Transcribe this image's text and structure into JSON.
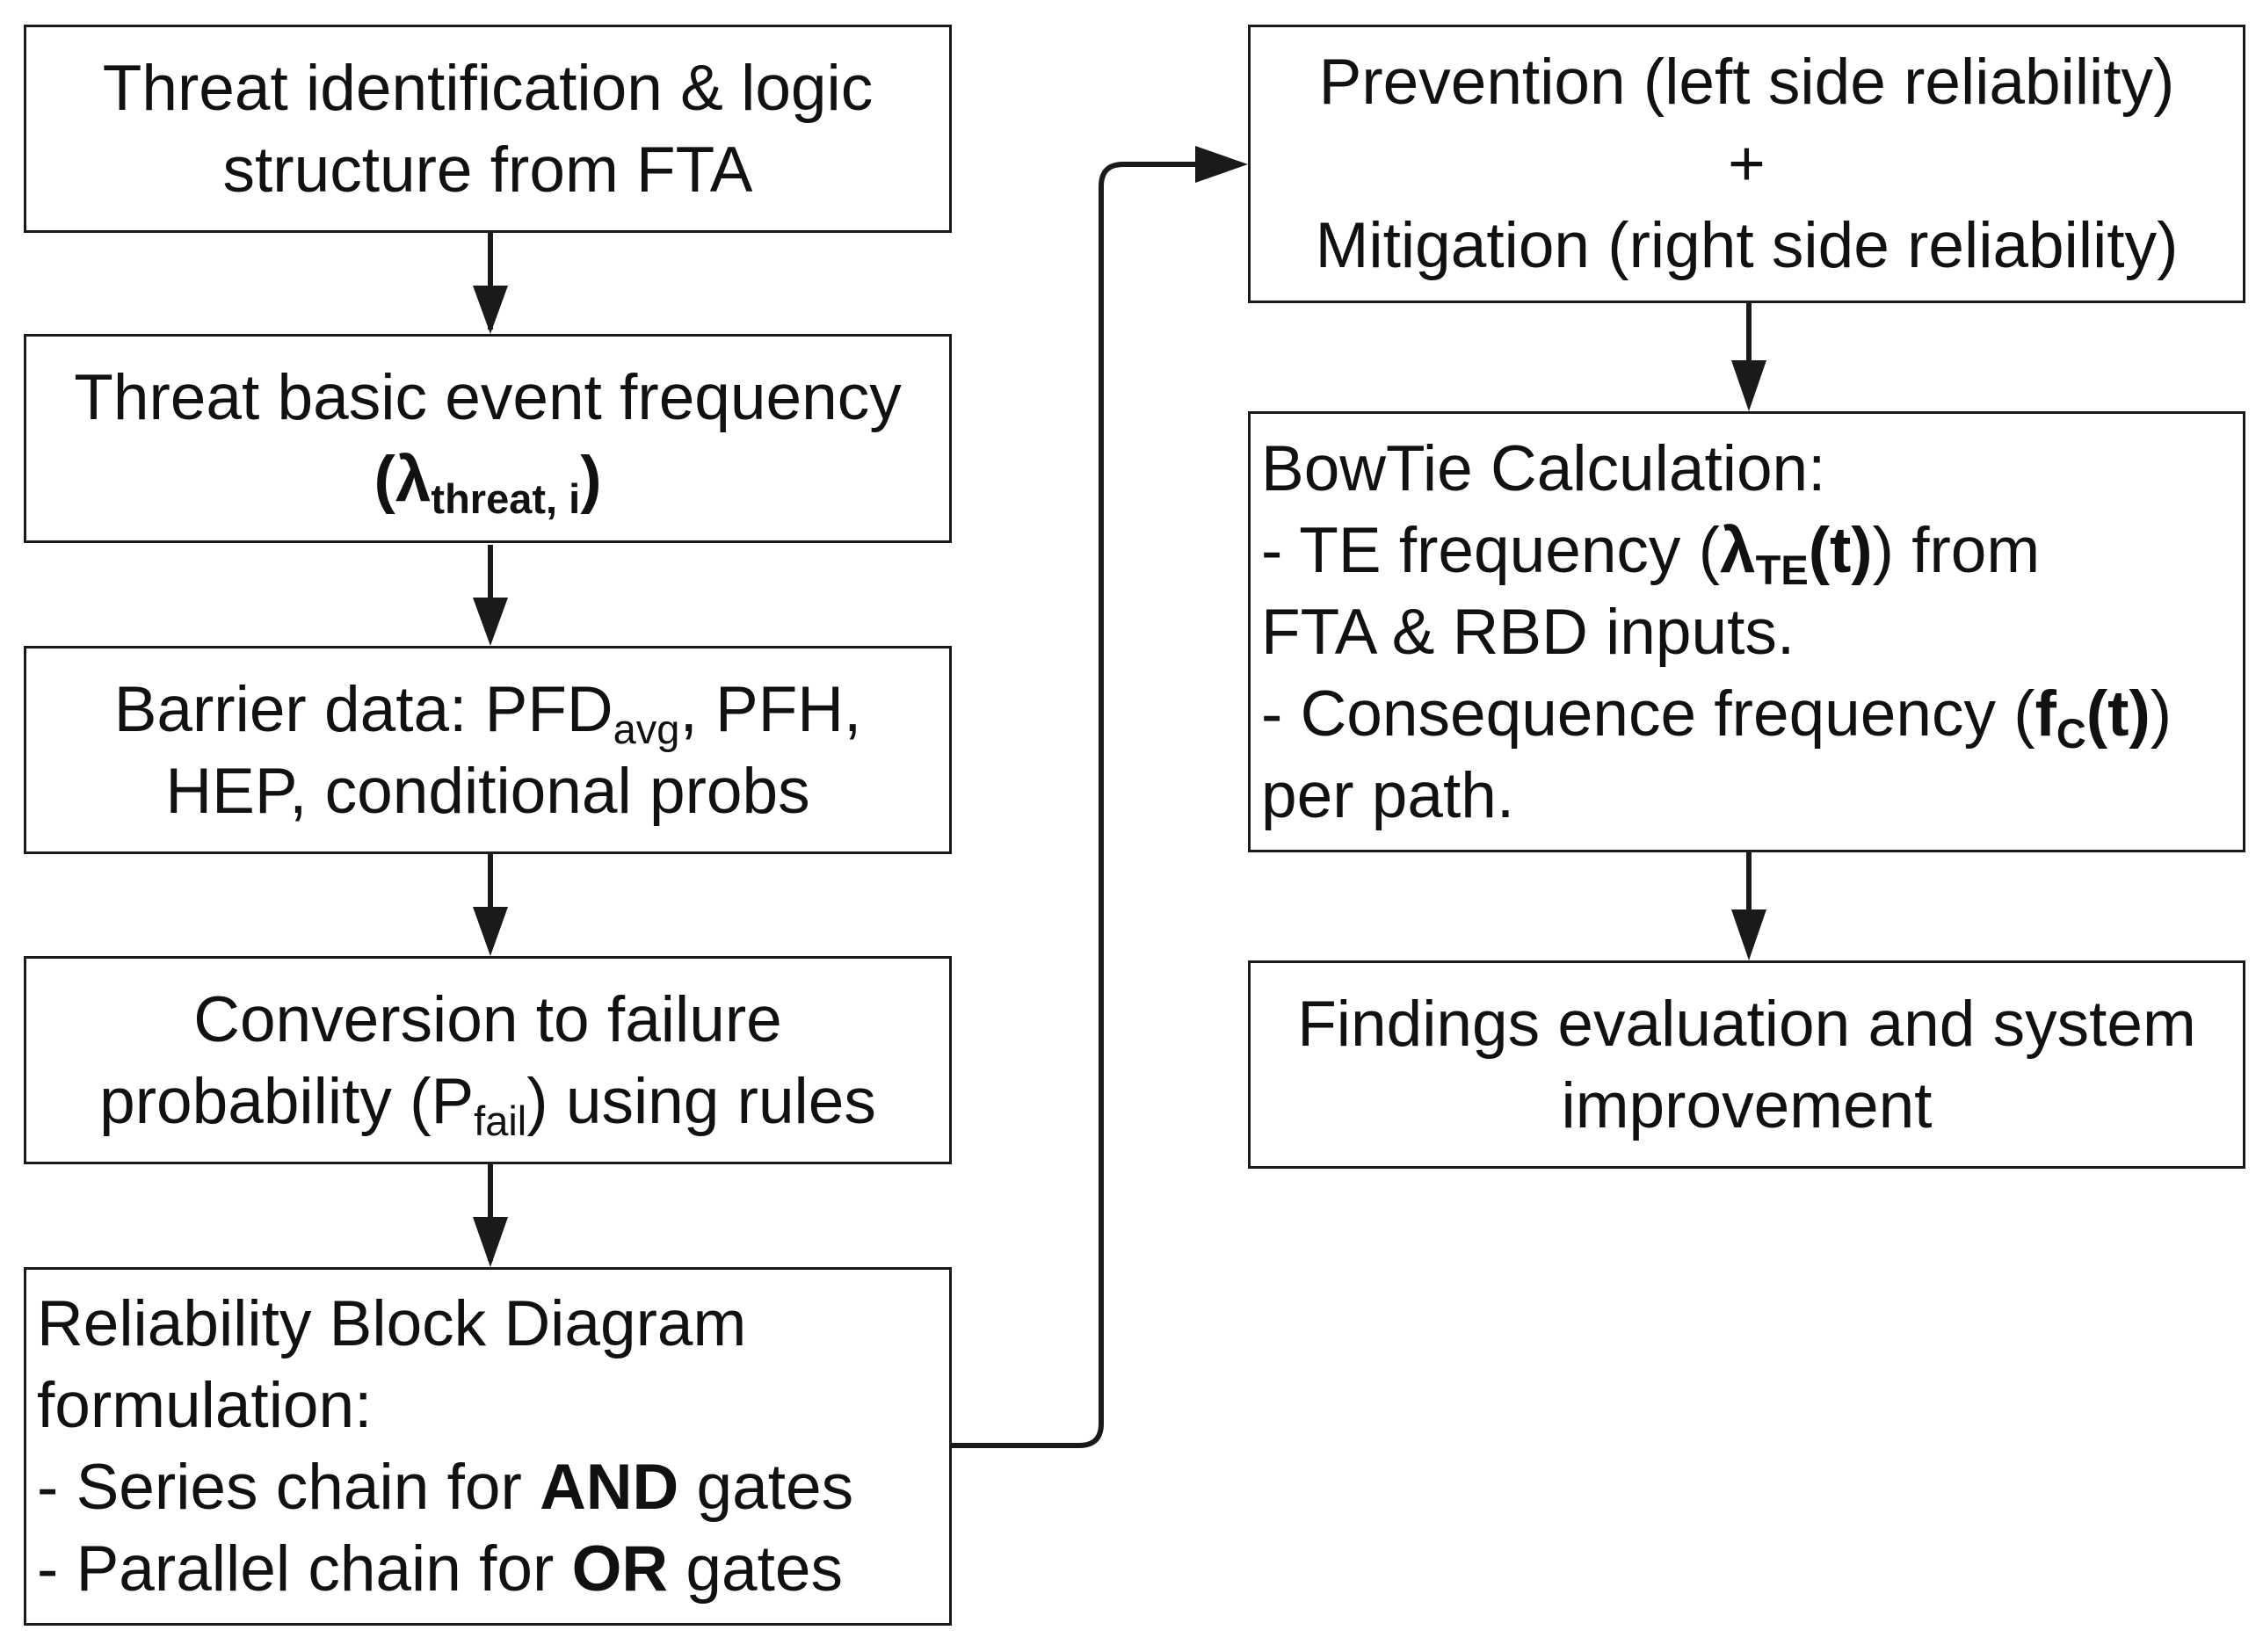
{
  "boxes": {
    "threat_id": {
      "line1": "Threat identification & logic",
      "line2": "structure from FTA"
    },
    "threat_freq": {
      "line1": "Threat basic event frequency",
      "open": "(",
      "sym": "λ",
      "sub": "threat, i",
      "close": ")"
    },
    "barrier": {
      "pre": "Barrier data: PFD",
      "sub": "avg",
      "post": ", PFH,",
      "line2": "HEP, conditional probs"
    },
    "conversion": {
      "line1": "Conversion to failure",
      "pre": "probability (P",
      "sub": "fail",
      "post": ") using rules"
    },
    "rbd": {
      "line1": "Reliability Block Diagram",
      "line2": "formulation:",
      "series_pre": "- Series chain for ",
      "series_bold": "AND",
      "series_post": " gates",
      "parallel_pre": "- Parallel chain for ",
      "parallel_bold": "OR",
      "parallel_post": " gates"
    },
    "prev_mit": {
      "line1": "Prevention (left side reliability)",
      "plus": "+",
      "line3": "Mitigation (right side reliability)"
    },
    "bowtie": {
      "line1": "BowTie Calculation:",
      "te_pre": "- TE frequency (",
      "te_sym": "λ",
      "te_sub": "TE",
      "te_t": "(t)",
      "te_post": ") from",
      "line3": "FTA & RBD inputs.",
      "cons_pre": "- Consequence frequency (",
      "cons_f": "f",
      "cons_sub": "C",
      "cons_t": "(t)",
      "cons_post": ")",
      "line5": "per path."
    },
    "findings": {
      "line1": "Findings evaluation and system",
      "line2": "improvement"
    }
  },
  "colors": {
    "line": "#1a1a1a",
    "text": "#111111",
    "background": "#ffffff"
  }
}
